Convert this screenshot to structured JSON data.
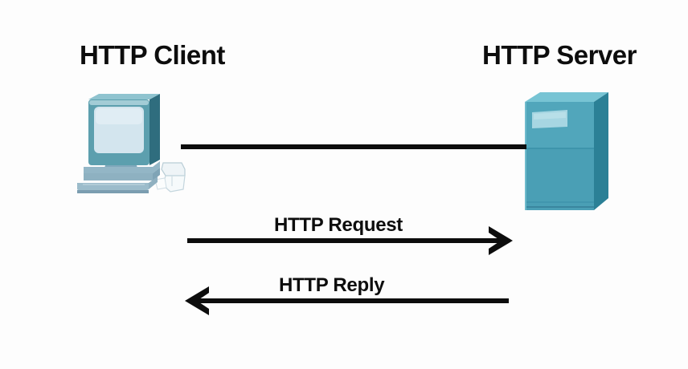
{
  "diagram": {
    "title_client": "HTTP Client",
    "title_server": "HTTP Server",
    "background_color": "#fdfdfd",
    "line_color": "#0d0d0d",
    "nodes": [
      {
        "id": "client",
        "label": "HTTP Client",
        "icon": "desktop-computer-icon",
        "colors": {
          "bezel": "#4e93a4",
          "bezel_light": "#7fb4c1",
          "screen": "#d5e6ef",
          "base": "#8aa6b8",
          "shadow": "#2f6d7e"
        }
      },
      {
        "id": "server",
        "label": "HTTP Server",
        "icon": "server-tower-icon",
        "colors": {
          "front": "#4a9fb5",
          "top": "#6fc0d1",
          "side": "#2a7f95",
          "bay": "#9fd3e0"
        }
      }
    ],
    "connection": {
      "name": "client-server-link",
      "style": "solid"
    },
    "messages": [
      {
        "id": "request",
        "label": "HTTP Request",
        "direction": "client-to-server"
      },
      {
        "id": "reply",
        "label": "HTTP Reply",
        "direction": "server-to-client"
      }
    ]
  }
}
